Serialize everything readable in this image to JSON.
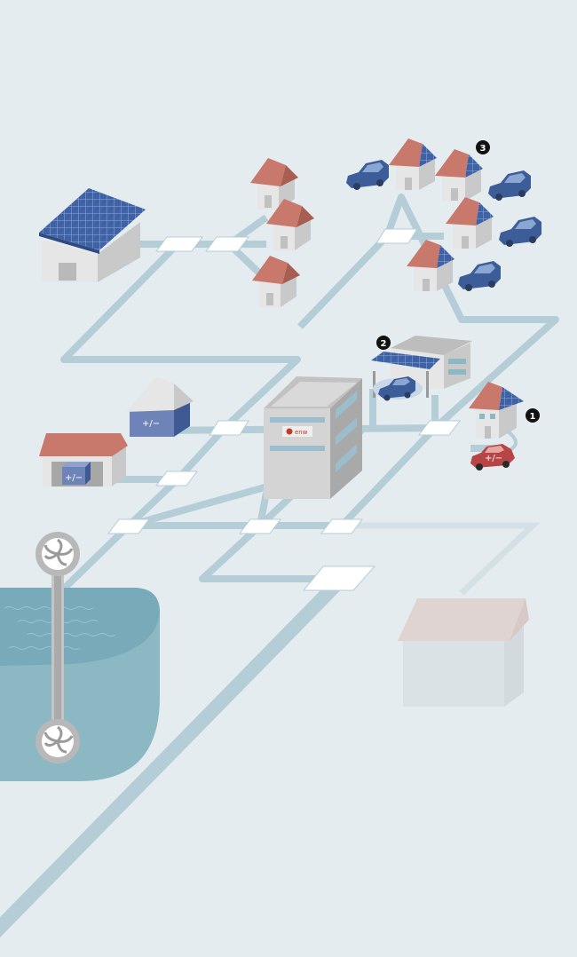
{
  "markers": [
    "1",
    "2",
    "3"
  ],
  "logo_text": "enw",
  "storage_label": "+/−",
  "car_storage_label": "+/−",
  "colors": {
    "background": "#e5ecf0",
    "grid_line": "#b4cdd7",
    "node": "#ffffff",
    "roof_red": "#c9786c",
    "wall": "#e4e4e4",
    "solar": "#3f62a6",
    "car_blue": "#3d5d98",
    "car_red": "#b94446",
    "storage_blue": "#6e84b8",
    "water": "#8cb8c4",
    "turbine": "#b8b8b8",
    "faded_house": "#dde4e7"
  },
  "icons": [
    "solar-factory-icon",
    "house-icon",
    "car-icon",
    "battery-storage-icon",
    "tidal-turbine-icon",
    "control-center-icon"
  ]
}
